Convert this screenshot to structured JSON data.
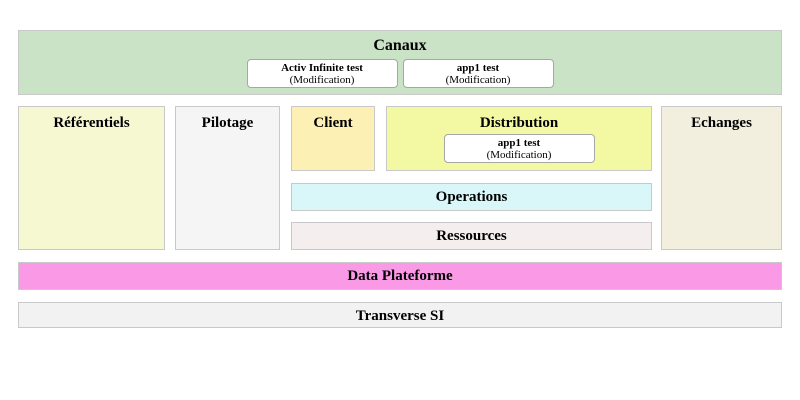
{
  "diagram": {
    "zones": {
      "canaux": {
        "title": "Canaux"
      },
      "referentiels": {
        "title": "Référentiels"
      },
      "pilotage": {
        "title": "Pilotage"
      },
      "client": {
        "title": "Client"
      },
      "distribution": {
        "title": "Distribution"
      },
      "operations": {
        "title": "Operations"
      },
      "ressources": {
        "title": "Ressources"
      },
      "echanges": {
        "title": "Echanges"
      },
      "data_plateforme": {
        "title": "Data Plateforme"
      },
      "transverse_si": {
        "title": "Transverse SI"
      }
    },
    "canaux_cards": [
      {
        "name": "Activ Infinite test",
        "sub": "(Modification)"
      },
      {
        "name": "app1 test",
        "sub": "(Modification)"
      }
    ],
    "distribution_cards": [
      {
        "name": "app1 test",
        "sub": "(Modification)"
      }
    ],
    "colors": {
      "canaux_bg": "#cae3c6",
      "referentiels_bg": "#f6f8d2",
      "pilotage_bg": "#f5f5f5",
      "client_bg": "#fcf0b4",
      "distribution_bg": "#f2f9a2",
      "operations_bg": "#d9f6f9",
      "ressources_bg": "#f4eeee",
      "echanges_bg": "#f2efdf",
      "data_plateforme_bg": "#fa9ae6",
      "transverse_si_bg": "#f2f2f2",
      "card_bg": "#ffffff",
      "zone_border": "#c9c9c9",
      "text": "#000000"
    }
  }
}
